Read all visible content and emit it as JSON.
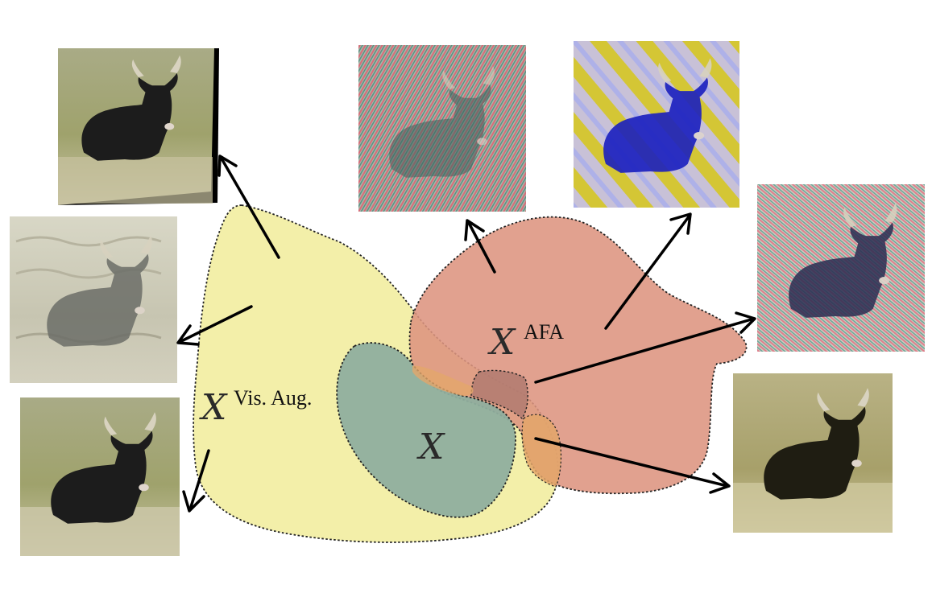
{
  "labels": {
    "vis_aug_symbol": "X",
    "vis_aug_superscript": "Vis. Aug.",
    "afa_symbol": "X",
    "afa_superscript": "AFA",
    "original_symbol": "X"
  },
  "colors": {
    "vis_aug_region": "#f2eda0",
    "afa_region": "#dd9480",
    "original_region": "#8fae9e",
    "arrow": "#000000",
    "region_outline": "#222222"
  },
  "images": [
    {
      "id": "sheared-bull",
      "kind": "geometric shear augmentation",
      "group": "vis_aug"
    },
    {
      "id": "style-bull",
      "kind": "style transfer augmentation",
      "group": "vis_aug"
    },
    {
      "id": "cropped-bull",
      "kind": "crop augmentation",
      "group": "vis_aug"
    },
    {
      "id": "fine-stripe-bull",
      "kind": "high-frequency stripe perturbation",
      "group": "afa"
    },
    {
      "id": "yellow-blue-stripe-bull",
      "kind": "low-frequency stripe perturbation",
      "group": "afa"
    },
    {
      "id": "diagonal-stripe-bull",
      "kind": "diagonal stripe perturbation",
      "group": "afa"
    },
    {
      "id": "sepia-bull",
      "kind": "color jitter",
      "group": "overlap"
    }
  ],
  "icons": [
    "bull-photo-icon",
    "arrow-icon"
  ]
}
